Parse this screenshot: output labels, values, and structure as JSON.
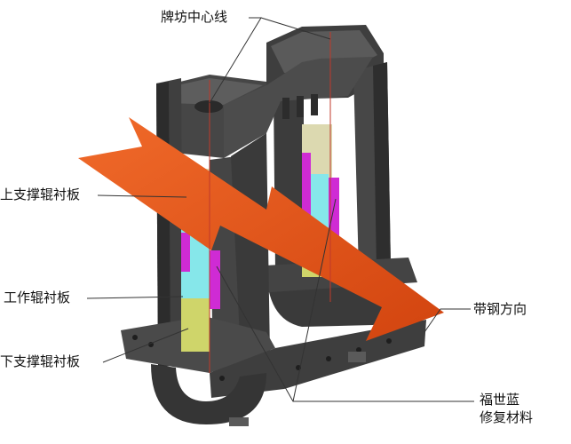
{
  "labels": {
    "center_line": "牌坊中心线",
    "upper_liner": "上支撑辊衬板",
    "work_liner": "工作辊衬板",
    "lower_liner": "下支撑辊衬板",
    "strip_direction": "带钢方向",
    "repair_line1": "福世蓝",
    "repair_line2": "修复材料"
  },
  "colors": {
    "housing": "#4a4a4a",
    "housing_dark": "#2f2f2f",
    "upper_liner": "#dcd9b0",
    "lower_liner": "#cfd56a",
    "work_liner_face": "#cf2bd4",
    "work_liner_pad": "#86e7ea",
    "arrow": "#e2531c"
  }
}
